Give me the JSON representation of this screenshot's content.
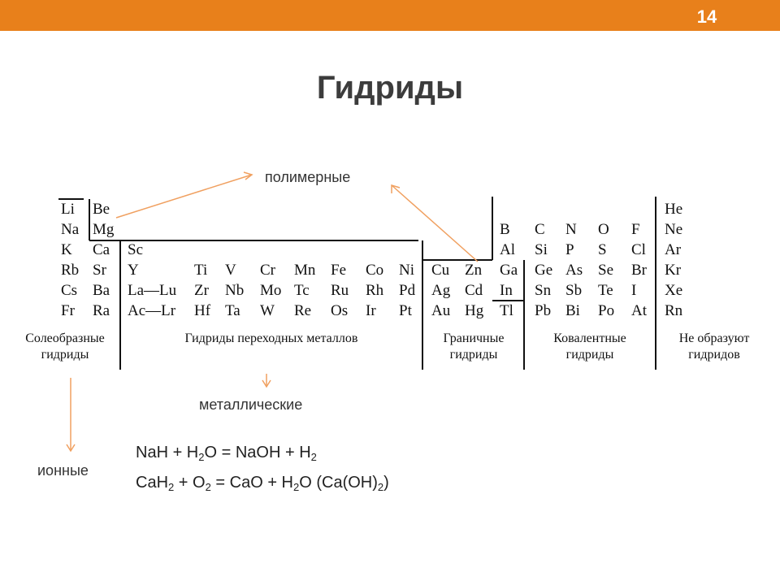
{
  "slide": {
    "number": "14",
    "title": "Гидриды"
  },
  "labels": {
    "polymeric": "полимерные",
    "metallic": "металлические",
    "ionic": "ионные"
  },
  "table": {
    "col_li": [
      "Li",
      "Na",
      "K",
      "Rb",
      "Cs",
      "Fr"
    ],
    "col_be": [
      "Be",
      "Mg",
      "Ca",
      "Sr",
      "Ba",
      "Ra"
    ],
    "col_sc": [
      "Sc",
      "Y",
      "La—Lu",
      "Ac—Lr"
    ],
    "col_ti": [
      "Ti",
      "Zr",
      "Hf"
    ],
    "col_v": [
      "V",
      "Nb",
      "Ta"
    ],
    "col_cr": [
      "Cr",
      "Mo",
      "W"
    ],
    "col_mn": [
      "Mn",
      "Tc",
      "Re"
    ],
    "col_fe": [
      "Fe",
      "Ru",
      "Os"
    ],
    "col_co": [
      "Co",
      "Rh",
      "Ir"
    ],
    "col_ni": [
      "Ni",
      "Pd",
      "Pt"
    ],
    "col_cu": [
      "Cu",
      "Ag",
      "Au"
    ],
    "col_zn": [
      "Zn",
      "Cd",
      "Hg"
    ],
    "col_b": [
      "B",
      "Al",
      "Ga",
      "In",
      "Tl"
    ],
    "col_c": [
      "C",
      "Si",
      "Ge",
      "Sn",
      "Pb"
    ],
    "col_n": [
      "N",
      "P",
      "As",
      "Sb",
      "Bi"
    ],
    "col_o": [
      "O",
      "S",
      "Se",
      "Te",
      "Po"
    ],
    "col_f": [
      "F",
      "Cl",
      "Br",
      "I",
      "At"
    ],
    "col_he": [
      "He",
      "Ne",
      "Ar",
      "Kr",
      "Xe",
      "Rn"
    ],
    "groups": {
      "saltlike": [
        "Солеобразные",
        "гидриды"
      ],
      "transition": "Гидриды переходных металлов",
      "boundary": [
        "Граничные",
        "гидриды"
      ],
      "covalent": [
        "Ковалентные",
        "гидриды"
      ],
      "none": [
        "Не образуют",
        "гидридов"
      ]
    }
  },
  "equations": {
    "eq1": {
      "a": "NaH + H",
      "a_sub": "2",
      "b": "O = NaOH + H",
      "b_sub": "2"
    },
    "eq2": {
      "a": "CaH",
      "a_sub": "2",
      "b": " + O",
      "b_sub": "2",
      "c": " =  CaO + H",
      "c_sub": "2",
      "d": "O  (Ca(OH)",
      "d_sub": "2",
      "e": ")"
    }
  },
  "colors": {
    "accent": "#e8801b",
    "arrow": "#f0a060"
  }
}
